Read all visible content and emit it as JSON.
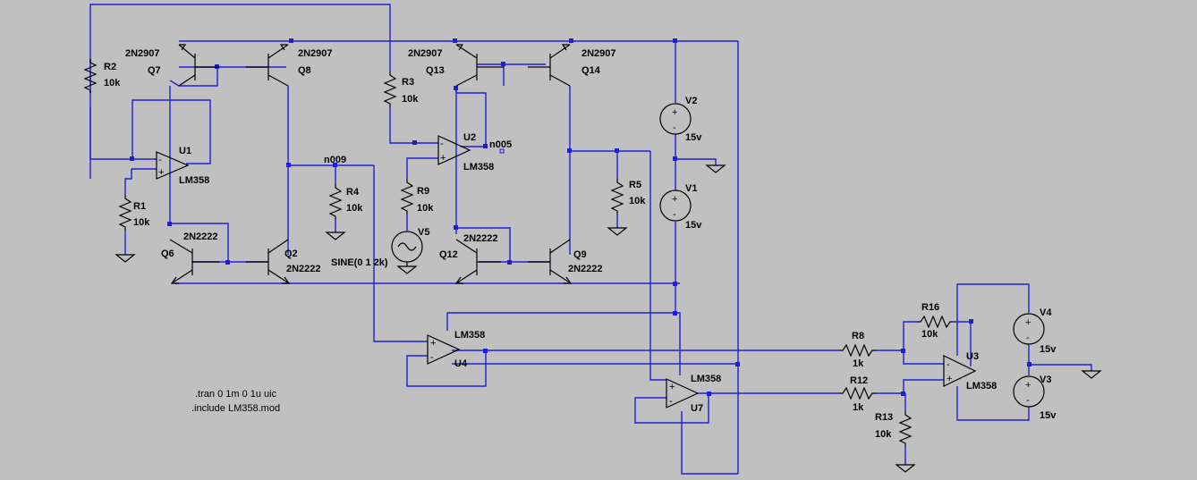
{
  "schematic": {
    "labels": {
      "q7": {
        "name": "Q7",
        "model": "2N2907"
      },
      "q8": {
        "name": "Q8",
        "model": "2N2907"
      },
      "q13": {
        "name": "Q13",
        "model": "2N2907"
      },
      "q14": {
        "name": "Q14",
        "model": "2N2907"
      },
      "q6": {
        "name": "Q6",
        "model": "2N2222"
      },
      "q2": {
        "name": "Q2",
        "model": "2N2222"
      },
      "q12": {
        "name": "Q12",
        "model": "2N2222"
      },
      "q9": {
        "name": "Q9",
        "model": "2N2222"
      },
      "r1": {
        "name": "R1",
        "value": "10k"
      },
      "r2": {
        "name": "R2",
        "value": "10k"
      },
      "r3": {
        "name": "R3",
        "value": "10k"
      },
      "r4": {
        "name": "R4",
        "value": "10k"
      },
      "r5": {
        "name": "R5",
        "value": "10k"
      },
      "r9": {
        "name": "R9",
        "value": "10k"
      },
      "r8": {
        "name": "R8",
        "value": "1k"
      },
      "r12": {
        "name": "R12",
        "value": "1k"
      },
      "r13": {
        "name": "R13",
        "value": "10k"
      },
      "r16": {
        "name": "R16",
        "value": "10k"
      },
      "u1": {
        "name": "U1",
        "model": "LM358"
      },
      "u2": {
        "name": "U2",
        "model": "LM358"
      },
      "u3": {
        "name": "U3",
        "model": "LM358"
      },
      "u4": {
        "name": "U4",
        "model": "LM358"
      },
      "u7": {
        "name": "U7",
        "model": "LM358"
      },
      "v1": {
        "name": "V1",
        "value": "15v"
      },
      "v2": {
        "name": "V2",
        "value": "15v"
      },
      "v3": {
        "name": "V3",
        "value": "15v"
      },
      "v4": {
        "name": "V4",
        "value": "15v"
      },
      "v5": {
        "name": "V5",
        "value": "SINE(0 1 2k)"
      },
      "net_n009": "n009",
      "net_n005": "n005"
    },
    "directives": {
      "tran": ".tran 0 1m 0 1u uic",
      "include": ".include LM358.mod"
    },
    "colors": {
      "background": "#c0c0c0",
      "wire": "#1f1fd8",
      "component": "#000000"
    }
  }
}
